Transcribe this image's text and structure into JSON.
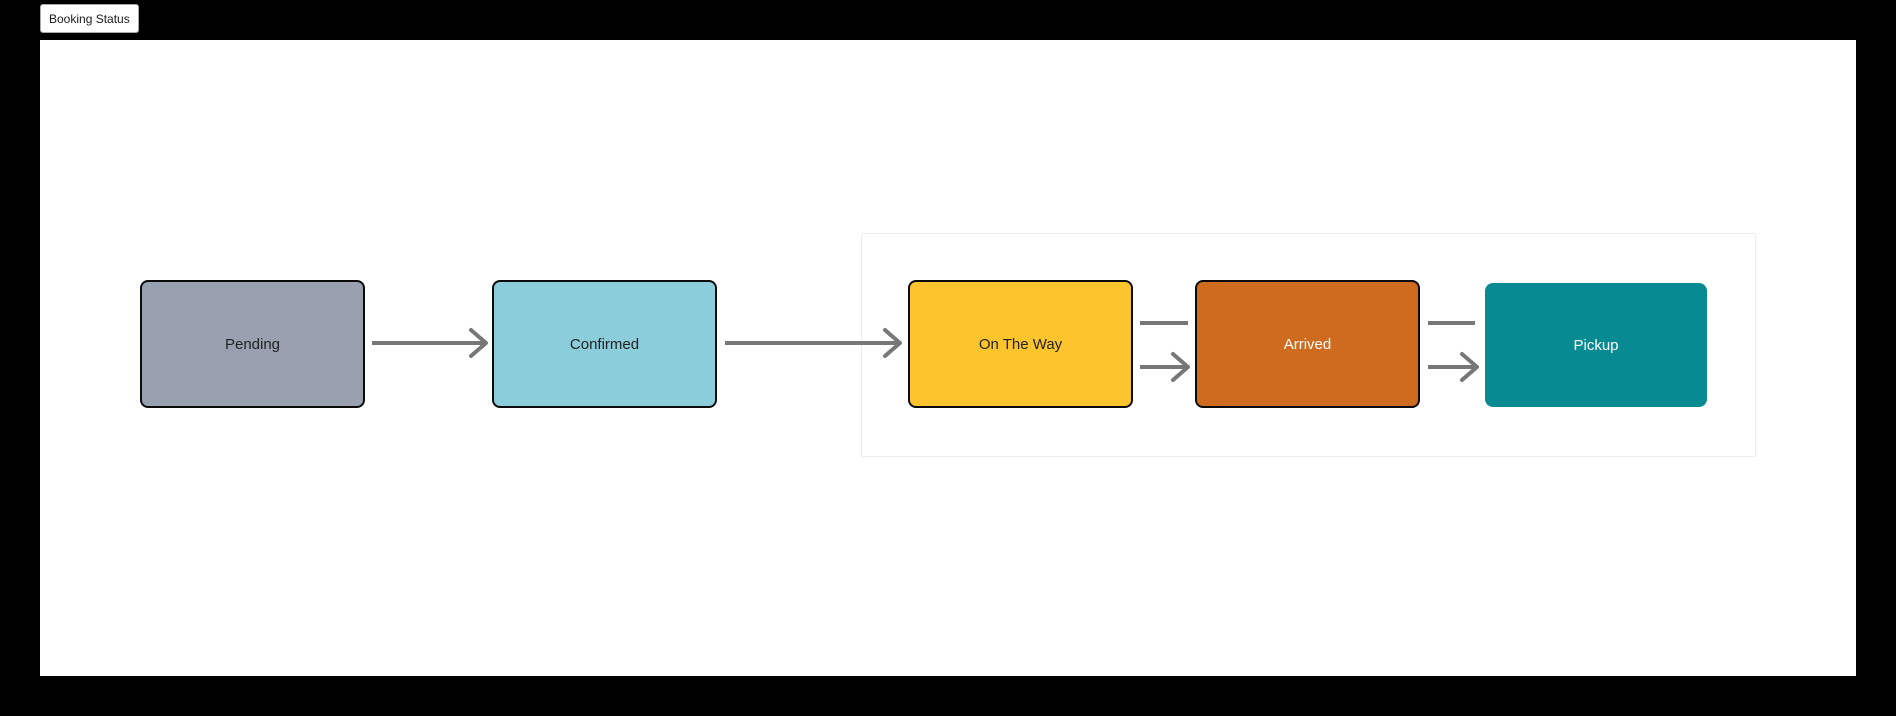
{
  "page": {
    "background": "#000000",
    "tab": {
      "label": "Booking Status"
    }
  },
  "canvas": {
    "background": "#ffffff"
  },
  "diagram": {
    "type": "flowchart",
    "nodes": [
      {
        "id": "pending",
        "label": "Pending",
        "fill": "#99A0B0",
        "text": "#222222",
        "bordered": true
      },
      {
        "id": "confirmed",
        "label": "Confirmed",
        "fill": "#8CCDDB",
        "text": "#222222",
        "bordered": true
      },
      {
        "id": "on-the-way",
        "label": "On The Way",
        "fill": "#FCC42D",
        "text": "#222222",
        "bordered": true
      },
      {
        "id": "arrived",
        "label": "Arrived",
        "fill": "#CF6B1F",
        "text": "#ffffff",
        "bordered": true
      },
      {
        "id": "pickup",
        "label": "Pickup",
        "fill": "#078A91",
        "text": "#ffffff",
        "bordered": false
      }
    ],
    "group": {
      "contains": [
        "on-the-way",
        "arrived",
        "pickup"
      ],
      "border": "#ececec"
    },
    "edges": [
      {
        "from": "pending",
        "to": "confirmed",
        "arrowhead": true,
        "lane": "center"
      },
      {
        "from": "confirmed",
        "to": "on-the-way",
        "arrowhead": true,
        "lane": "center"
      },
      {
        "from": "on-the-way",
        "to": "arrived",
        "arrowhead": false,
        "lane": "upper"
      },
      {
        "from": "on-the-way",
        "to": "arrived",
        "arrowhead": true,
        "lane": "lower"
      },
      {
        "from": "arrived",
        "to": "pickup",
        "arrowhead": false,
        "lane": "upper"
      },
      {
        "from": "arrived",
        "to": "pickup",
        "arrowhead": true,
        "lane": "lower"
      }
    ],
    "edge_color": "#777777",
    "node_border_color": "#0b0b0b"
  }
}
